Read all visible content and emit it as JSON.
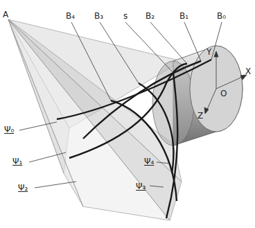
{
  "diagram": {
    "labels": [
      "A",
      "B₄",
      "B₃",
      "s",
      "B₂",
      "B₁",
      "B₀",
      "Y",
      "X",
      "O",
      "Z",
      "Ψ₀",
      "Ψ₁",
      "Ψ₂",
      "Ψ₄",
      "Ψ₃"
    ]
  }
}
